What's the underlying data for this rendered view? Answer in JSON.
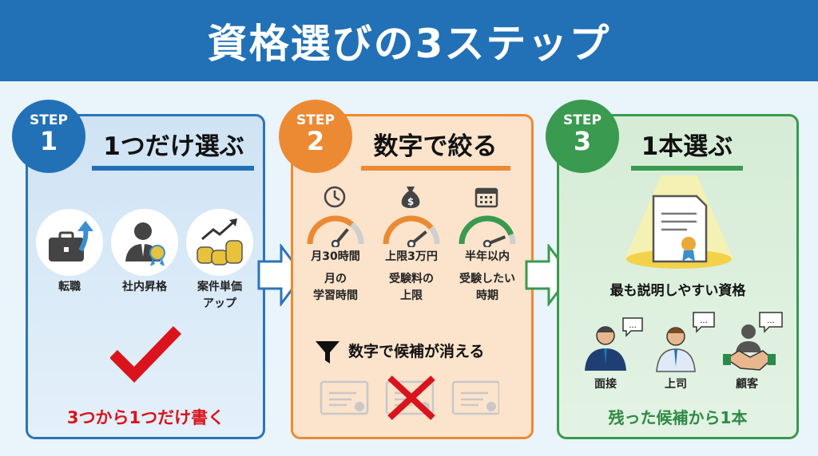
{
  "title": "資格選びの3ステップ",
  "colors": {
    "blue": "#2270b6",
    "orange": "#ec8a33",
    "green": "#3a9a4f",
    "red": "#d9141c"
  },
  "steps": [
    {
      "step_label": "STEP",
      "number": "1",
      "heading": "1つだけ選ぶ",
      "options": [
        {
          "icon": "briefcase-arrow-icon",
          "label": "転職"
        },
        {
          "icon": "businessman-award-icon",
          "label": "社内昇格"
        },
        {
          "icon": "coins-growth-icon",
          "label_line1": "案件単価",
          "label_line2": "アップ"
        }
      ],
      "footer": "3つから1つだけ書く"
    },
    {
      "step_label": "STEP",
      "number": "2",
      "heading": "数字で絞る",
      "metrics": [
        {
          "icon": "clock-icon",
          "value": "月30時間",
          "desc_line1": "月の",
          "desc_line2": "学習時間",
          "gauge_fill": 0.72
        },
        {
          "icon": "money-bag-icon",
          "value": "上限3万円",
          "desc_line1": "受験料の",
          "desc_line2": "上限",
          "gauge_fill": 0.78
        },
        {
          "icon": "calendar-icon",
          "value": "半年以内",
          "desc_line1": "受験したい",
          "desc_line2": "時期",
          "gauge_fill": 0.88
        }
      ],
      "filter_text": "数字で候補が消える"
    },
    {
      "step_label": "STEP",
      "number": "3",
      "heading": "1本選ぶ",
      "caption": "最も説明しやすい資格",
      "audiences": [
        {
          "icon": "interviewer-icon",
          "label": "面接"
        },
        {
          "icon": "boss-icon",
          "label": "上司"
        },
        {
          "icon": "handshake-client-icon",
          "label": "顧客"
        }
      ],
      "footer": "残った候補から1本"
    }
  ]
}
